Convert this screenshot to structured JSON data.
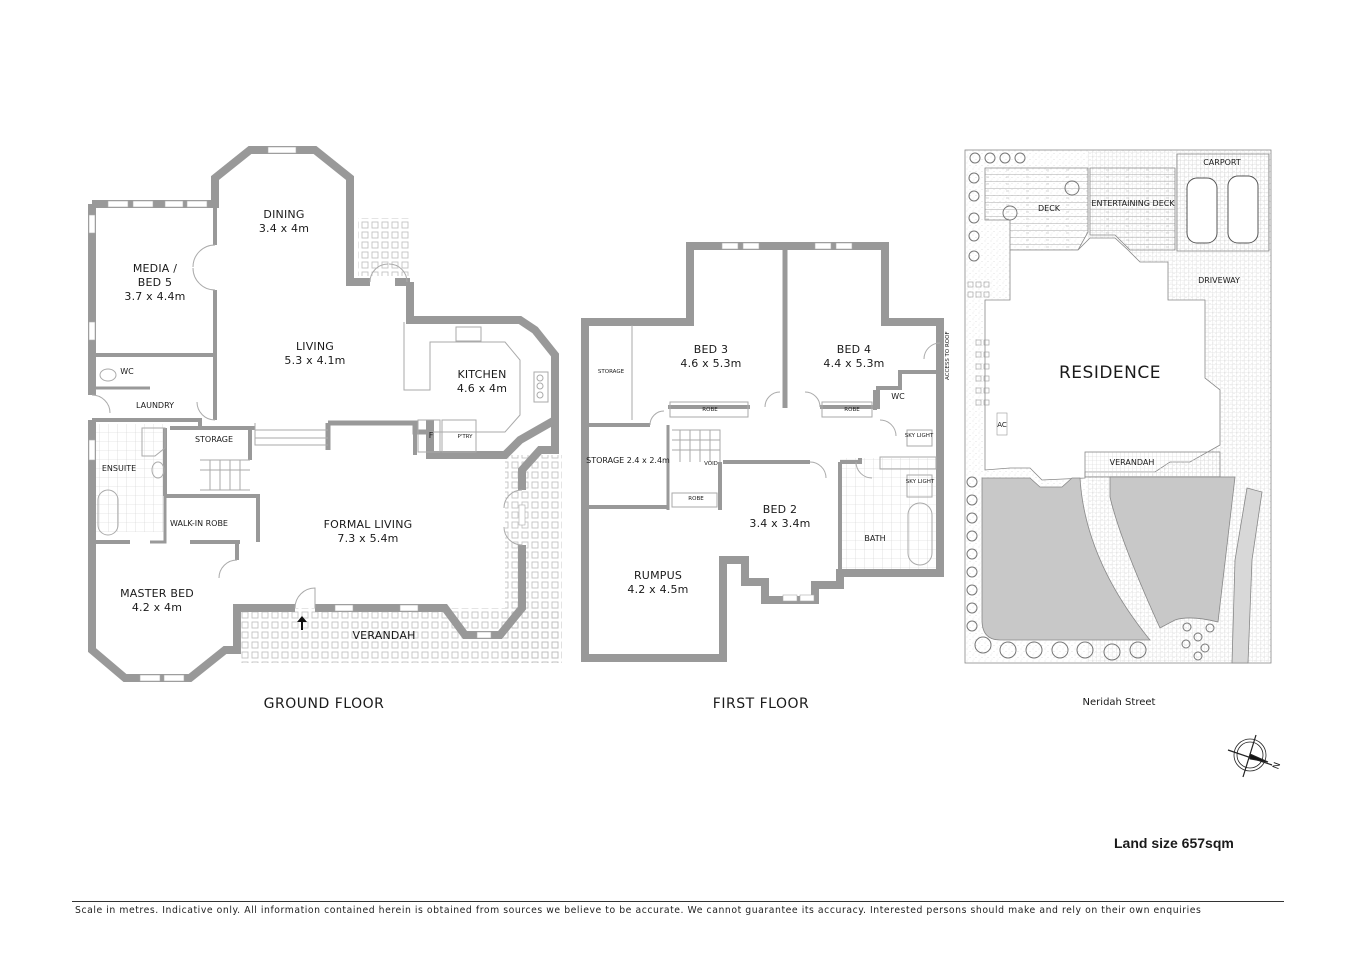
{
  "ground_floor": {
    "title": "GROUND FLOOR",
    "rooms": {
      "dining": {
        "name": "DINING",
        "dim": "3.4 x 4m"
      },
      "media": {
        "name1": "MEDIA /",
        "name2": "BED 5",
        "dim": "3.7 x 4.4m"
      },
      "living": {
        "name": "LIVING",
        "dim": "5.3 x 4.1m"
      },
      "kitchen": {
        "name": "KITCHEN",
        "dim": "4.6 x 4m"
      },
      "wc": {
        "name": "WC"
      },
      "laundry": {
        "name": "LAUNDRY"
      },
      "storage": {
        "name": "STORAGE"
      },
      "ensuite": {
        "name": "ENSUITE"
      },
      "walkin_robe": {
        "name": "WALK-IN ROBE"
      },
      "formal_living": {
        "name": "FORMAL LIVING",
        "dim": "7.3 x 5.4m"
      },
      "master_bed": {
        "name": "MASTER BED",
        "dim": "4.2 x 4m"
      },
      "verandah": {
        "name": "VERANDAH"
      },
      "fridge": {
        "name": "F"
      },
      "pantry": {
        "name": "P'TRY"
      }
    }
  },
  "first_floor": {
    "title": "FIRST FLOOR",
    "rooms": {
      "bed3": {
        "name": "BED 3",
        "dim": "4.6 x 5.3m"
      },
      "bed4": {
        "name": "BED 4",
        "dim": "4.4 x 5.3m"
      },
      "storage_closet": {
        "name": "STORAGE"
      },
      "robe3": {
        "name": "ROBE"
      },
      "robe4": {
        "name": "ROBE"
      },
      "wc": {
        "name": "WC"
      },
      "skylight1": {
        "name1": "SKY",
        "name2": "LIGHT"
      },
      "skylight2": {
        "name1": "SKY",
        "name2": "LIGHT"
      },
      "storage": {
        "name": "STORAGE",
        "dim": "2.4 x 2.4m"
      },
      "void": {
        "name": "VOID"
      },
      "robe2": {
        "name": "ROBE"
      },
      "bed2": {
        "name": "BED 2",
        "dim": "3.4 x 3.4m"
      },
      "bath": {
        "name": "BATH"
      },
      "rumpus": {
        "name": "RUMPUS",
        "dim": "4.2 x 4.5m"
      },
      "access_roof": {
        "name": "ACCESS TO ROOF"
      }
    }
  },
  "site_plan": {
    "residence": "RESIDENCE",
    "deck": "DECK",
    "entertaining_deck1": "ENTERTAINING",
    "entertaining_deck2": "DECK",
    "carport": "CARPORT",
    "driveway": "DRIVEWAY",
    "verandah": "VERANDAH",
    "ac": "AC",
    "street": "Neridah Street",
    "compass_label": "N"
  },
  "land_size": "Land size 657sqm",
  "disclaimer": "Scale in metres. Indicative only. All information contained herein is obtained from sources we believe to be accurate. We cannot guarantee its accuracy. Interested persons should make and rely on their own enquiries",
  "colors": {
    "wall": "#999999",
    "lawn": "#c8c8c8",
    "tile": "#bdbdbd",
    "text": "#1a1a1a"
  }
}
